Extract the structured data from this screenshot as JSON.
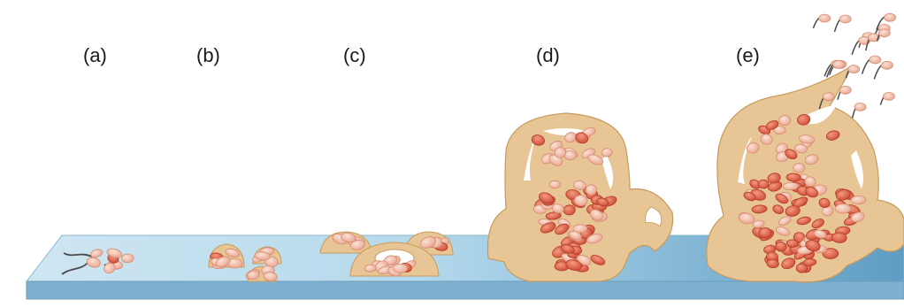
{
  "stages": [
    {
      "label": "(a)",
      "name": "attachment"
    },
    {
      "label": "(b)",
      "name": "microcolony"
    },
    {
      "label": "(c)",
      "name": "early-biofilm"
    },
    {
      "label": "(d)",
      "name": "mature-biofilm"
    },
    {
      "label": "(e)",
      "name": "dispersal"
    }
  ],
  "colors": {
    "substrate_top": "#a9d2e8",
    "substrate_side": "#6fa4c2",
    "matrix": "#e8c594",
    "matrix_edge": "#c79a5c",
    "cell_light": "#f2b7a4",
    "cell_dark": "#e0573f",
    "flagellum": "#4a4a4a"
  }
}
